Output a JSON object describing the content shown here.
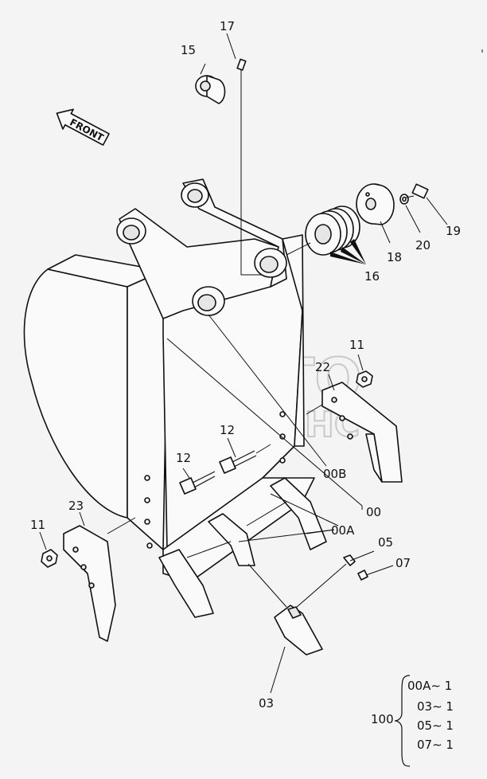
{
  "watermark": {
    "line1": "АВТО",
    "line2": "АЛЬЯНС"
  },
  "direction_arrow": {
    "text": "FRONT"
  },
  "callouts": {
    "p17": "17",
    "p15": "15",
    "p16": "16",
    "p18": "18",
    "p19": "19",
    "p20": "20",
    "p11_right": "11",
    "p22": "22",
    "p12_upper": "12",
    "p12_lower": "12",
    "p00B": "00B",
    "p00": "00",
    "p00A": "00A",
    "p23": "23",
    "p11_left": "11",
    "p05": "05",
    "p07": "07",
    "p03": "03"
  },
  "kit": {
    "number": "100",
    "items": [
      "00A∼ 1",
      "03∼ 1",
      "05∼ 1",
      "07∼ 1"
    ]
  }
}
